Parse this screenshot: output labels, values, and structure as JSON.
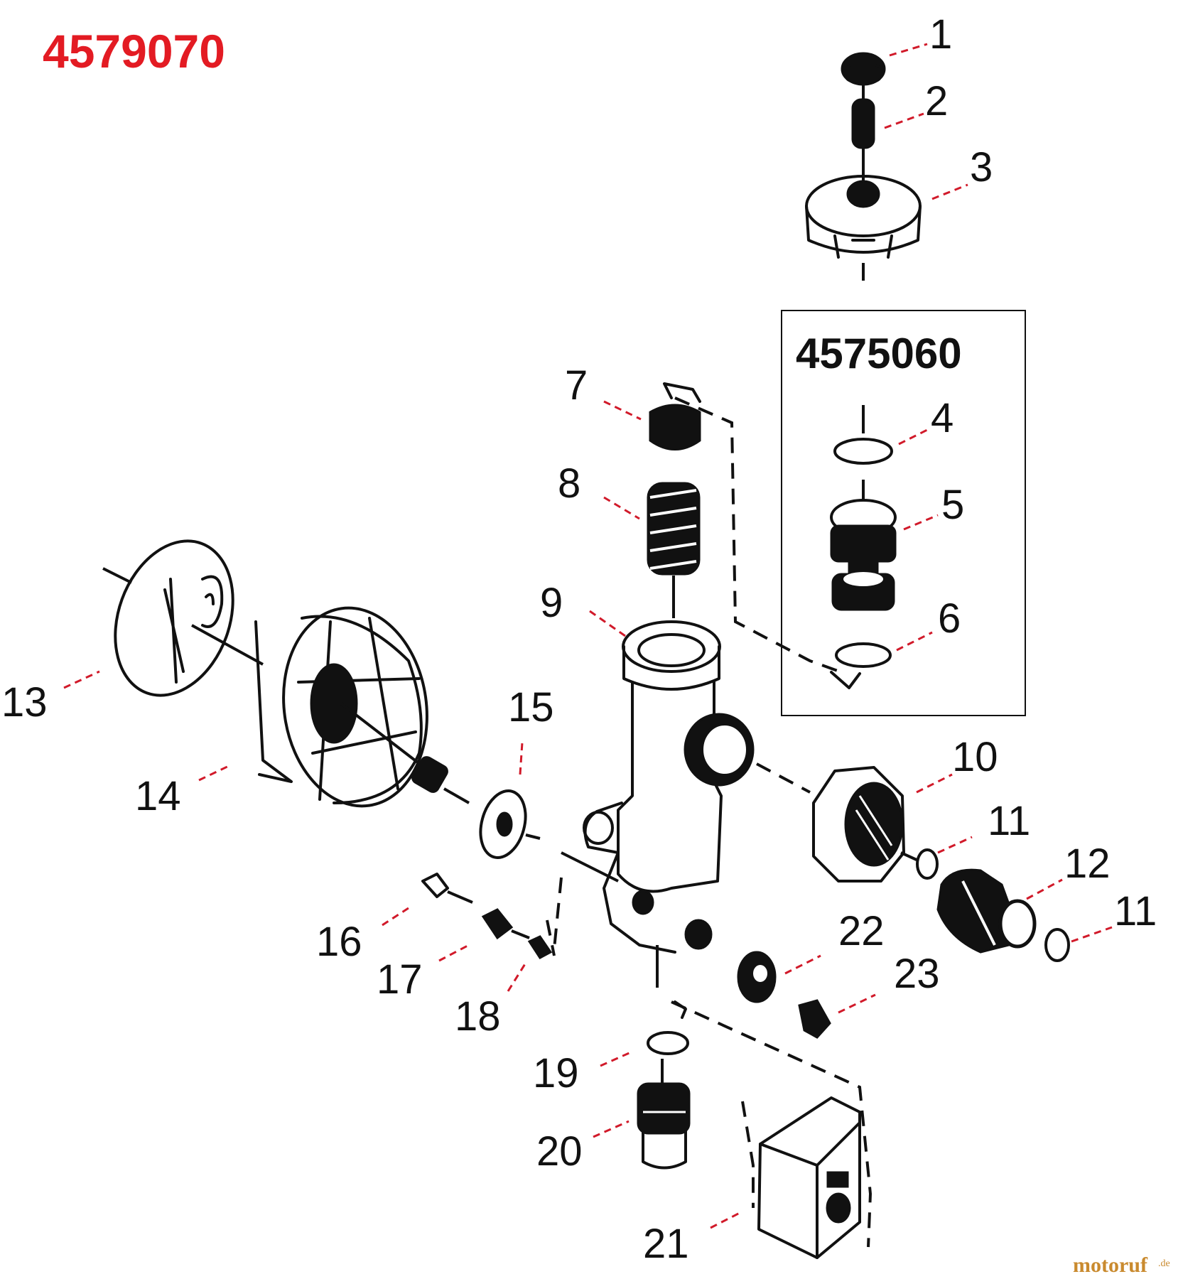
{
  "assembly_number": "4579070",
  "kit": {
    "number": "4575060"
  },
  "callouts": [
    {
      "id": "1",
      "label": "1"
    },
    {
      "id": "2",
      "label": "2"
    },
    {
      "id": "3",
      "label": "3"
    },
    {
      "id": "4",
      "label": "4"
    },
    {
      "id": "5",
      "label": "5"
    },
    {
      "id": "6",
      "label": "6"
    },
    {
      "id": "7",
      "label": "7"
    },
    {
      "id": "8",
      "label": "8"
    },
    {
      "id": "9",
      "label": "9"
    },
    {
      "id": "10",
      "label": "10"
    },
    {
      "id": "11a",
      "label": "11"
    },
    {
      "id": "12",
      "label": "12"
    },
    {
      "id": "11b",
      "label": "11"
    },
    {
      "id": "13",
      "label": "13"
    },
    {
      "id": "14",
      "label": "14"
    },
    {
      "id": "15",
      "label": "15"
    },
    {
      "id": "16",
      "label": "16"
    },
    {
      "id": "17",
      "label": "17"
    },
    {
      "id": "18",
      "label": "18"
    },
    {
      "id": "19",
      "label": "19"
    },
    {
      "id": "20",
      "label": "20"
    },
    {
      "id": "21",
      "label": "21"
    },
    {
      "id": "22",
      "label": "22"
    },
    {
      "id": "23",
      "label": "23"
    }
  ],
  "watermark": {
    "brand": "motoruf",
    "tld": ".de"
  },
  "colors": {
    "accent": "#d11a2a",
    "ink": "#111111",
    "brand": "#c98a2e"
  }
}
